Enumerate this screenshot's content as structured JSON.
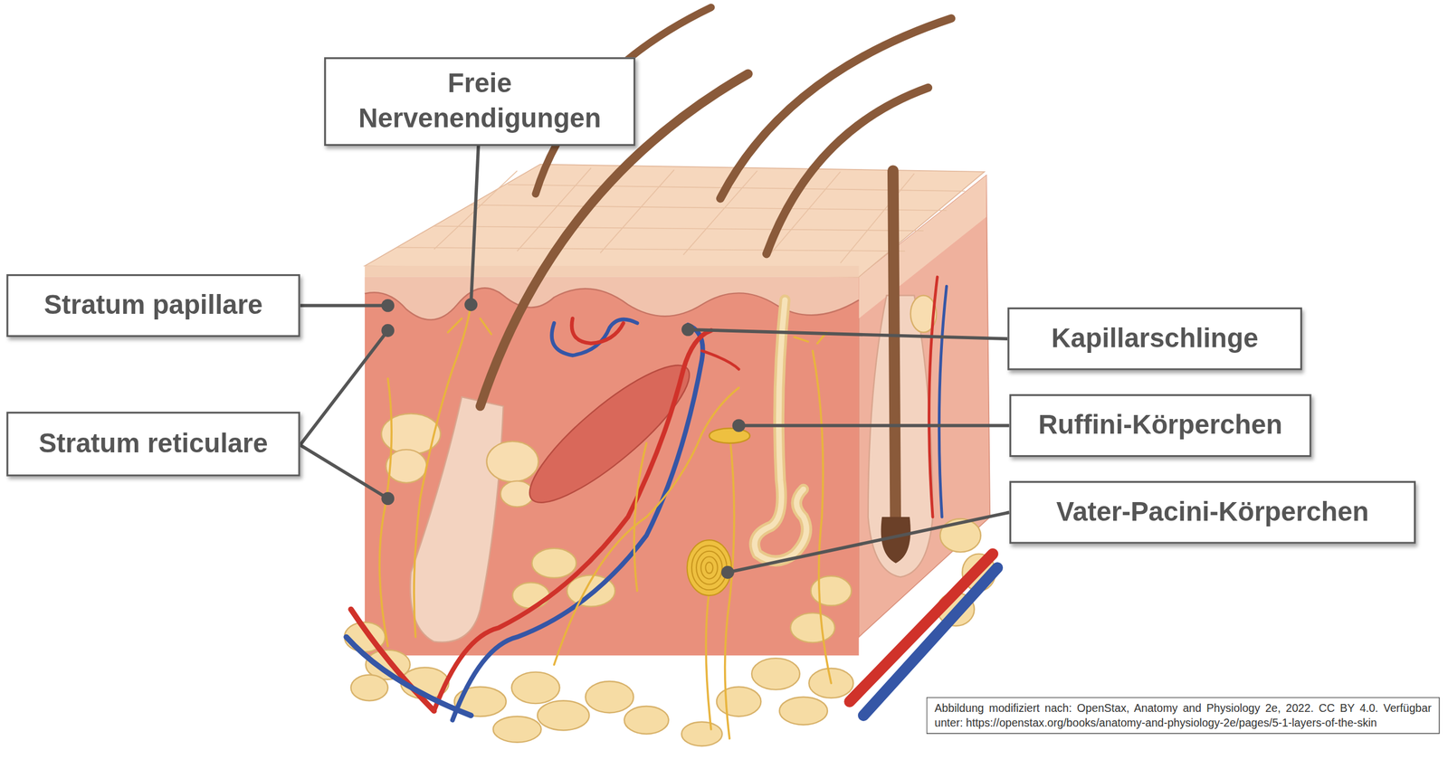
{
  "diagram": {
    "nodes": [
      {
        "text": [
          "Freie Nervenendigungen"
        ]
      },
      {
        "text": [
          "Stratum papillare"
        ]
      },
      {
        "text": [
          "Kapillarschlinge"
        ]
      },
      {
        "text": [
          "Ruffini-Körperchen"
        ]
      },
      {
        "text": [
          "Stratum reticulare"
        ]
      },
      {
        "text": [
          "Vater-Pacini-Körperchen"
        ]
      },
      {
        "text": [
          "Abbildung modifiziert nach: OpenStax, Anatomy and Physiology 2e, 2022. CC BY 4.0. Verfügbar unter: https://openstax.org/books/anatomy-and-physiology-2e/pages/5-1-layers-of-the-skin"
        ]
      }
    ]
  }
}
